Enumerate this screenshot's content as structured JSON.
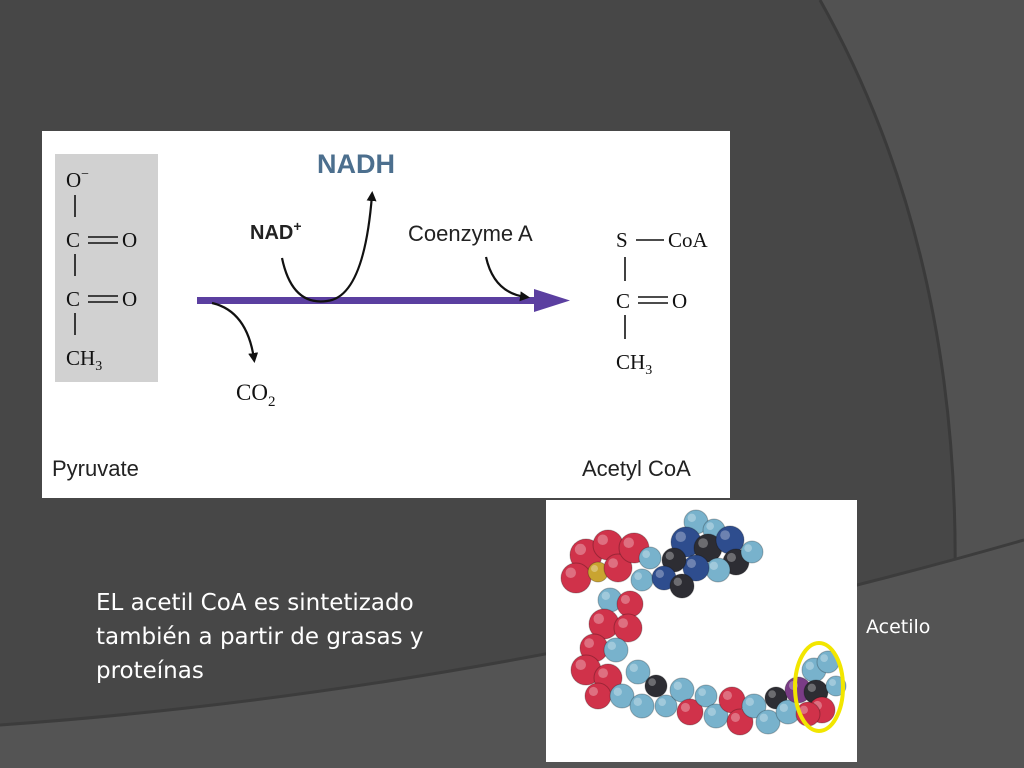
{
  "slide": {
    "background_color": "#474747",
    "caption": {
      "line1": "EL acetil CoA es sintetizado",
      "line2": "también a partir de grasas y",
      "line3": "proteínas"
    },
    "acetilo_label": "Acetilo",
    "highlight_color": "#f2e600"
  },
  "reaction": {
    "nadh": "NADH",
    "nad": "NAD",
    "nad_superscript": "+",
    "coenzyme_a": "Coenzyme A",
    "co2": "CO",
    "co2_subscript": "2",
    "pyruvate_label": "Pyruvate",
    "acetyl_coa_label": "Acetyl CoA",
    "arrow_color": "#5b3fa0",
    "nadh_color": "#4c6f8e",
    "pyruvate_structure": {
      "o_minus": "O",
      "o_minus_superscript": "−",
      "c1": "C",
      "o1": "O",
      "c2": "C",
      "o2": "O",
      "ch": "CH",
      "ch_subscript": "3"
    },
    "acetyl_structure": {
      "s": "S",
      "coa": "CoA",
      "c": "C",
      "o": "O",
      "ch": "CH",
      "ch_subscript": "3"
    }
  },
  "model_colors": {
    "red": "#d0324a",
    "blue": "#78b2cc",
    "dark": "#2d2d33",
    "navy": "#2e4d8e",
    "purple": "#7a3c86",
    "yellow": "#c9a431"
  }
}
